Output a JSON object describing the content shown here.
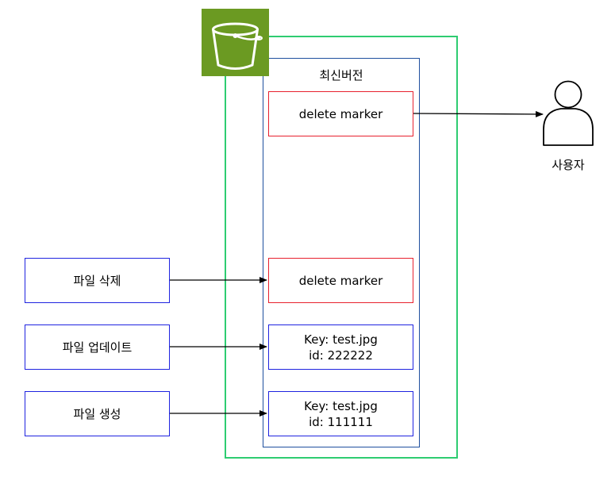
{
  "colors": {
    "bucket_container": "#2ecc71",
    "version_container": "#1f4f9e",
    "marker_border": "#e8212e",
    "action_border": "#1f23e0",
    "bucket_icon_bg": "#6b9a22",
    "arrow": "#000000"
  },
  "bucket": {
    "icon": "s3-bucket-icon"
  },
  "versions": {
    "title": "최신버전",
    "current_marker": "delete marker",
    "marker": "delete marker",
    "v2": {
      "key": "Key: test.jpg",
      "id": "id: 222222"
    },
    "v1": {
      "key": "Key: test.jpg",
      "id": "id: 111111"
    }
  },
  "actions": {
    "delete": "파일 삭제",
    "update": "파일 업데이트",
    "create": "파일 생성"
  },
  "user": {
    "icon": "user-icon",
    "label": "사용자"
  }
}
